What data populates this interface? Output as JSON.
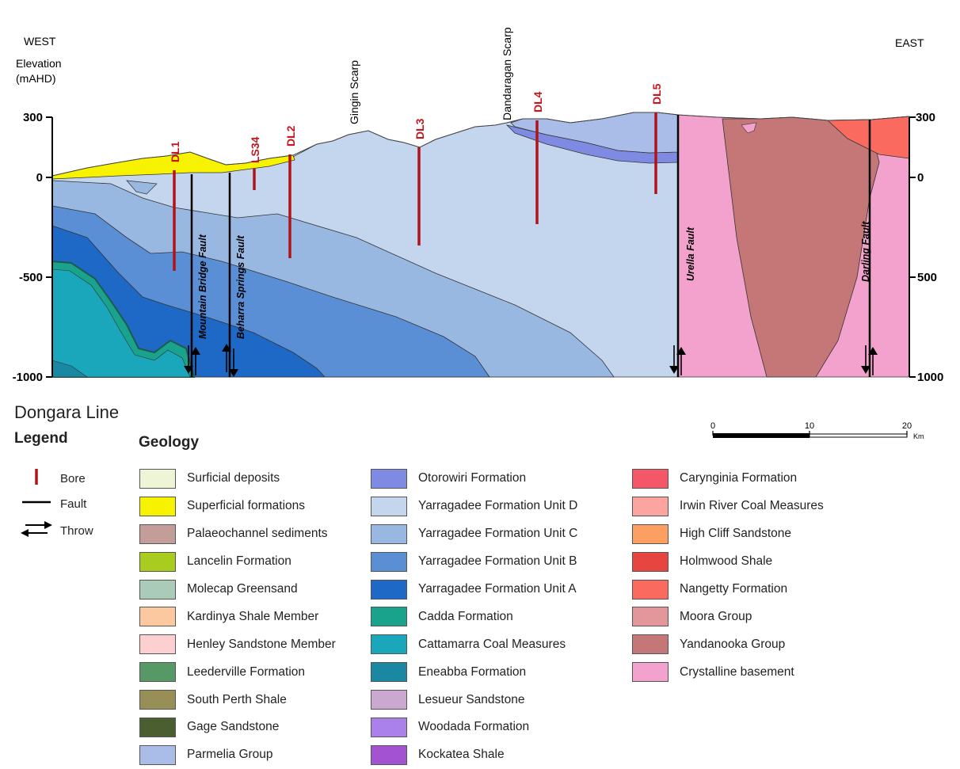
{
  "section": {
    "west_label": "WEST",
    "east_label": "EAST",
    "elevation_label_line1": "Elevation",
    "elevation_label_line2": "(mAHD)",
    "axis_ticks_left": [
      "300",
      "0",
      "-500",
      "-1000"
    ],
    "axis_ticks_right": [
      "300",
      "0",
      "500",
      "1000"
    ],
    "scarps": [
      "Gingin Scarp",
      "Dandaragan Scarp"
    ],
    "bores": [
      "DL1",
      "LS34",
      "DL2",
      "DL3",
      "DL4",
      "DL5"
    ],
    "faults": [
      "Mountain Bridge Fault",
      "Beharra Springs Fault",
      "Urella Fault",
      "Darling Fault"
    ],
    "title": "Dongara Line"
  },
  "legend": {
    "title": "Legend",
    "items": [
      {
        "label": "Bore",
        "icon": "bore-icon"
      },
      {
        "label": "Fault",
        "icon": "fault-icon"
      },
      {
        "label": "Throw",
        "icon": "throw-icon"
      }
    ]
  },
  "geology": {
    "title": "Geology",
    "columns": [
      [
        {
          "label": "Surficial deposits",
          "color": "#eef5d6"
        },
        {
          "label": "Superficial formations",
          "color": "#f7f200"
        },
        {
          "label": "Palaeochannel sediments",
          "color": "#c39e99"
        },
        {
          "label": "Lancelin Formation",
          "color": "#a8cd1e"
        },
        {
          "label": "Molecap Greensand",
          "color": "#a9cbb8"
        },
        {
          "label": "Kardinya Shale Member",
          "color": "#fcc8a0"
        },
        {
          "label": "Henley Sandstone Member",
          "color": "#fcd0d0"
        },
        {
          "label": "Leederville Formation",
          "color": "#569866"
        },
        {
          "label": "South Perth Shale",
          "color": "#978f55"
        },
        {
          "label": "Gage Sandstone",
          "color": "#4b5e30"
        },
        {
          "label": "Parmelia Group",
          "color": "#a9bde8"
        }
      ],
      [
        {
          "label": "Otorowiri Formation",
          "color": "#7f8be3"
        },
        {
          "label": "Yarragadee Formation Unit D",
          "color": "#c4d6ee"
        },
        {
          "label": "Yarragadee Formation Unit C",
          "color": "#98b8e2"
        },
        {
          "label": "Yarragadee Formation Unit B",
          "color": "#5a8fd6"
        },
        {
          "label": "Yarragadee Formation Unit A",
          "color": "#1e69c6"
        },
        {
          "label": "Cadda Formation",
          "color": "#1aa38c"
        },
        {
          "label": "Cattamarra Coal Measures",
          "color": "#1aa7bb"
        },
        {
          "label": "Eneabba Formation",
          "color": "#1b88a3"
        },
        {
          "label": "Lesueur Sandstone",
          "color": "#cba8cf"
        },
        {
          "label": "Woodada Formation",
          "color": "#aa80ea"
        },
        {
          "label": "Kockatea Shale",
          "color": "#a353d2"
        }
      ],
      [
        {
          "label": "Carynginia Formation",
          "color": "#f35768"
        },
        {
          "label": "Irwin River Coal Measures",
          "color": "#fba4a0"
        },
        {
          "label": "High Cliff Sandstone",
          "color": "#fba060"
        },
        {
          "label": "Holmwood Shale",
          "color": "#e7453f"
        },
        {
          "label": "Nangetty Formation",
          "color": "#fb6a5e"
        },
        {
          "label": "Moora Group",
          "color": "#e3979b"
        },
        {
          "label": "Yandanooka Group",
          "color": "#c57778"
        },
        {
          "label": "Crystalline basement",
          "color": "#f2a2cc"
        }
      ]
    ]
  },
  "scale_bar": {
    "ticks": [
      "0",
      "10",
      "20"
    ],
    "unit": "Km"
  }
}
